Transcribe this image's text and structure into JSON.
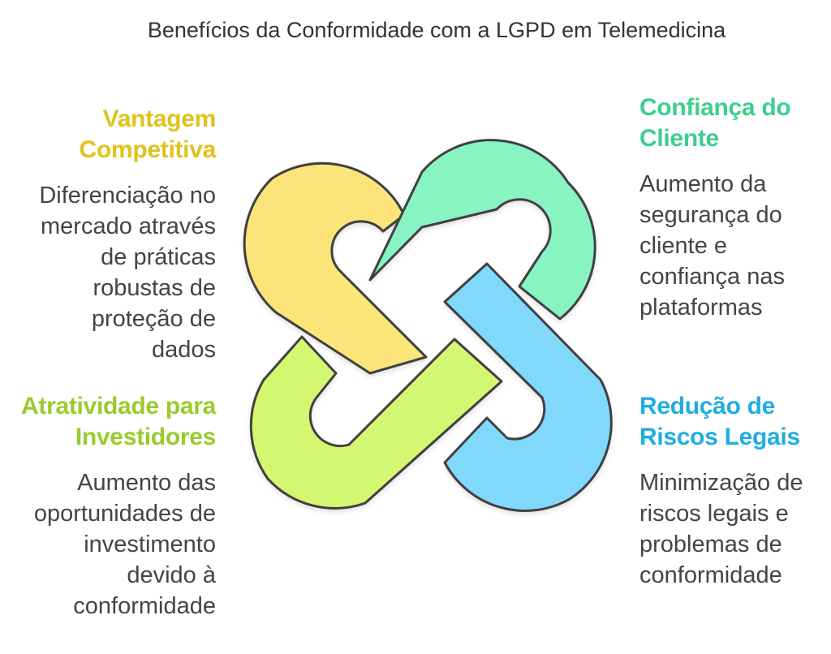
{
  "title": "Benefícios da Conformidade com a LGPD em Telemedicina",
  "benefits": {
    "top_left": {
      "heading_lines": [
        "Vantagem",
        "Competitiva"
      ],
      "text_lines": [
        "Diferenciação no",
        "mercado através",
        "de práticas",
        "robustas de",
        "proteção de",
        "dados"
      ],
      "color": "#e0c21c",
      "fill": "#fbe57a"
    },
    "top_right": {
      "heading_lines": [
        "Confiança do",
        "Cliente"
      ],
      "text_lines": [
        "Aumento da",
        "segurança do",
        "cliente e",
        "confiança nas",
        "plataformas"
      ],
      "color": "#3ccf8c",
      "fill": "#87f4c2"
    },
    "bottom_left": {
      "heading_lines": [
        "Atratividade para",
        "Investidores"
      ],
      "text_lines": [
        "Aumento das",
        "oportunidades de",
        "investimento",
        "devido à",
        "conformidade"
      ],
      "color": "#9acb2c",
      "fill": "#d4f771"
    },
    "bottom_right": {
      "heading_lines": [
        "Redução de",
        "Riscos Legais"
      ],
      "text_lines": [
        "Minimização de",
        "riscos legais e",
        "problemas de",
        "conformidade"
      ],
      "color": "#1faee0",
      "fill": "#80d9fb"
    }
  }
}
